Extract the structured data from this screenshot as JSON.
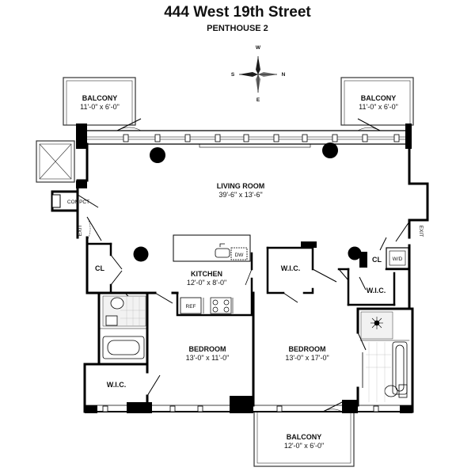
{
  "header": {
    "title": "444 West 19th Street",
    "subtitle": "PENTHOUSE 2"
  },
  "compass": {
    "n": "N",
    "s": "S",
    "e": "E",
    "w": "W"
  },
  "rooms": {
    "balcony_left": {
      "name": "BALCONY",
      "dim": "11'-0\" x 6'-0\""
    },
    "balcony_right": {
      "name": "BALCONY",
      "dim": "11'-0\" x 6'-0\""
    },
    "balcony_bottom": {
      "name": "BALCONY",
      "dim": "12'-0\" x 6'-0\""
    },
    "living": {
      "name": "LIVING ROOM",
      "dim": "39'-6\" x 13'-6\""
    },
    "kitchen": {
      "name": "KITCHEN",
      "dim": "12'-0\" x 8'-0\""
    },
    "bedroom_left": {
      "name": "BEDROOM",
      "dim": "13'-0\" x 11'-0\""
    },
    "bedroom_right": {
      "name": "BEDROOM",
      "dim": "13'-0\" x 17'-0\""
    }
  },
  "labels": {
    "compct": "COMPCT",
    "exit_left": "EXIT",
    "exit_right": "EXIT",
    "cl_left": "CL",
    "cl_right": "CL",
    "wic_upper": "W.I.C.",
    "wic_right": "W.I.C.",
    "wic_lower": "W.I.C.",
    "dw": "DW",
    "ref": "REF",
    "wd": "W/D"
  }
}
